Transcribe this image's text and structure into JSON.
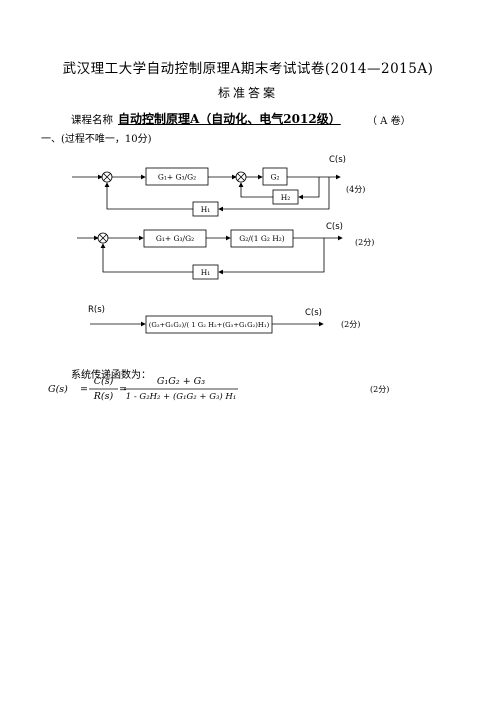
{
  "header": {
    "title": "武汉理工大学自动控制原理A期末考试试卷(2014—2015A)",
    "subtitle": "标准答案"
  },
  "course": {
    "label": "课程名称",
    "name": "自动控制原理A（自动化、电气2012级）",
    "paper": "（  A  卷）"
  },
  "section1": {
    "heading": "一、(过程不唯一，10分)"
  },
  "diagram1": {
    "block_forward1": "G₁+ G₃/G₂",
    "block_forward2": "G₂",
    "block_feedback_inner": "H₂",
    "block_feedback_outer": "H₁",
    "output": "C(s)",
    "score": "(4分)"
  },
  "diagram2": {
    "block_forward1": "G₁+ G₃/G₂",
    "block_forward2": "G₂/(1  G₂ H₂)",
    "block_feedback": "H₁",
    "output": "C(s)",
    "score": "(2分)"
  },
  "diagram3": {
    "input": "R(s)",
    "block": "(G₃+G₁G₂)/( 1  G₂ H₂+(G₃+G₁G₂)H₁)",
    "output": "C(s)",
    "score": "(2分)"
  },
  "transfer_function": {
    "label": "系统传递函数为：",
    "lhs": "G(s)",
    "ratio_num": "C(s)",
    "ratio_den": "R(s)",
    "numerator": "G₁G₂ + G₃",
    "denominator": "1 - G₂H₂ + (G₁G₂ + G₃) H₁",
    "score": "(2分)"
  }
}
